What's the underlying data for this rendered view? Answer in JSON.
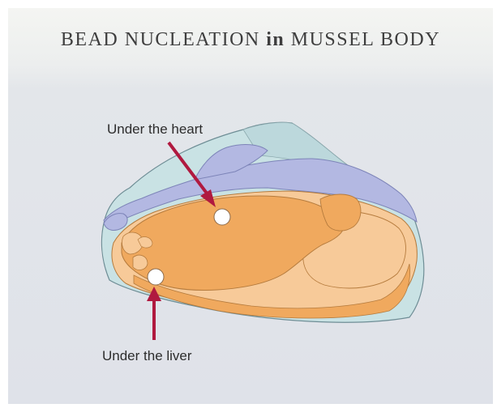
{
  "title": {
    "main": "BEAD NUCLEATION",
    "in": "in",
    "rest": "MUSSEL BODY"
  },
  "labels": {
    "heart": "Under the heart",
    "liver": "Under the liver"
  },
  "colors": {
    "shell_fill": "#c9e2e4",
    "shell_stroke": "#6e8d95",
    "mantle_fill": "#b3b8e2",
    "mantle_stroke": "#7d84b8",
    "tissue_light": "#f7ca99",
    "tissue_dark": "#f0a95e",
    "tissue_stroke": "#b57b3d",
    "arrow": "#b0193f",
    "bead": "#ffffff"
  }
}
